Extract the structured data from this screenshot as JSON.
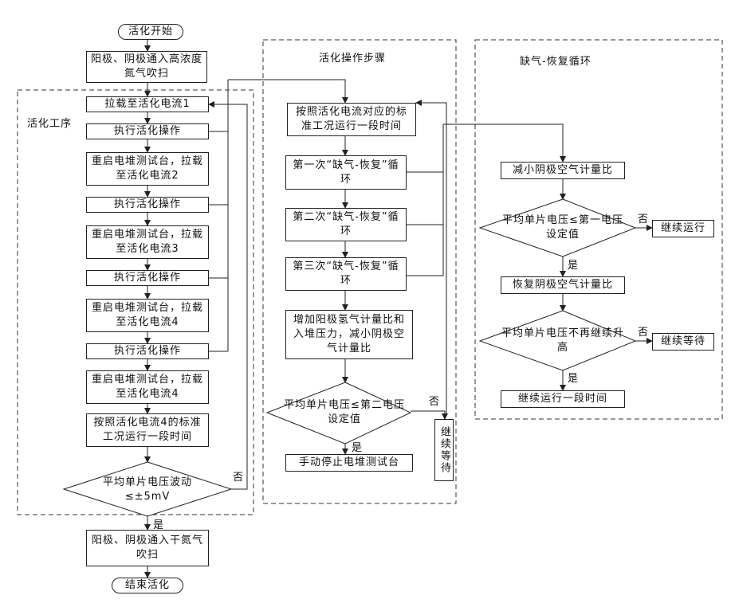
{
  "left": {
    "start": "活化开始",
    "purge_in": "阳极、阴极通入高浓度氮气吹扫",
    "group_label": "活化工序",
    "load1": "拉载至活化电流1",
    "exec1": "执行活化操作",
    "reload2": "重启电堆测试台，拉载至活化电流2",
    "exec2": "执行活化操作",
    "reload3": "重启电堆测试台，拉载至活化电流3",
    "exec3": "执行活化操作",
    "reload4a": "重启电堆测试台，拉载至活化电流4",
    "exec4": "执行活化操作",
    "reload4b": "重启电堆测试台，拉载至活化电流4",
    "run_std": "按照活化电流4的标准工况运行一段时间",
    "decision": "平均单片电压波动≤±5mV",
    "no": "否",
    "yes": "是",
    "purge_out": "阳极、阴极通入干氮气吹扫",
    "end": "结束活化"
  },
  "middle": {
    "group_label": "活化操作步骤",
    "step1": "按照活化电流对应的标准工况运行一段时间",
    "cycle1": "第一次“缺气-恢复”循环",
    "cycle2": "第二次“缺气-恢复”循环",
    "cycle3": "第三次“缺气-恢复”循环",
    "increase": "增加阳极氢气计量比和入堆压力，减小阴极空气计量比",
    "decision": "平均单片电压≤第二电压设定值",
    "no": "否",
    "yes": "是",
    "stop": "手动停止电堆测试台",
    "wait": "继续等待"
  },
  "right": {
    "group_label": "缺气-恢复循环",
    "reduce": "减小阴极空气计量比",
    "decision1": "平均单片电压≤第一电压设定值",
    "no1": "否",
    "wait1": "继续运行",
    "yes1": "是",
    "restore": "恢复阴极空气计量比",
    "decision2": "平均单片电压不再继续升高",
    "no2": "否",
    "wait2": "继续等待",
    "yes2": "是",
    "run": "继续运行一段时间"
  }
}
